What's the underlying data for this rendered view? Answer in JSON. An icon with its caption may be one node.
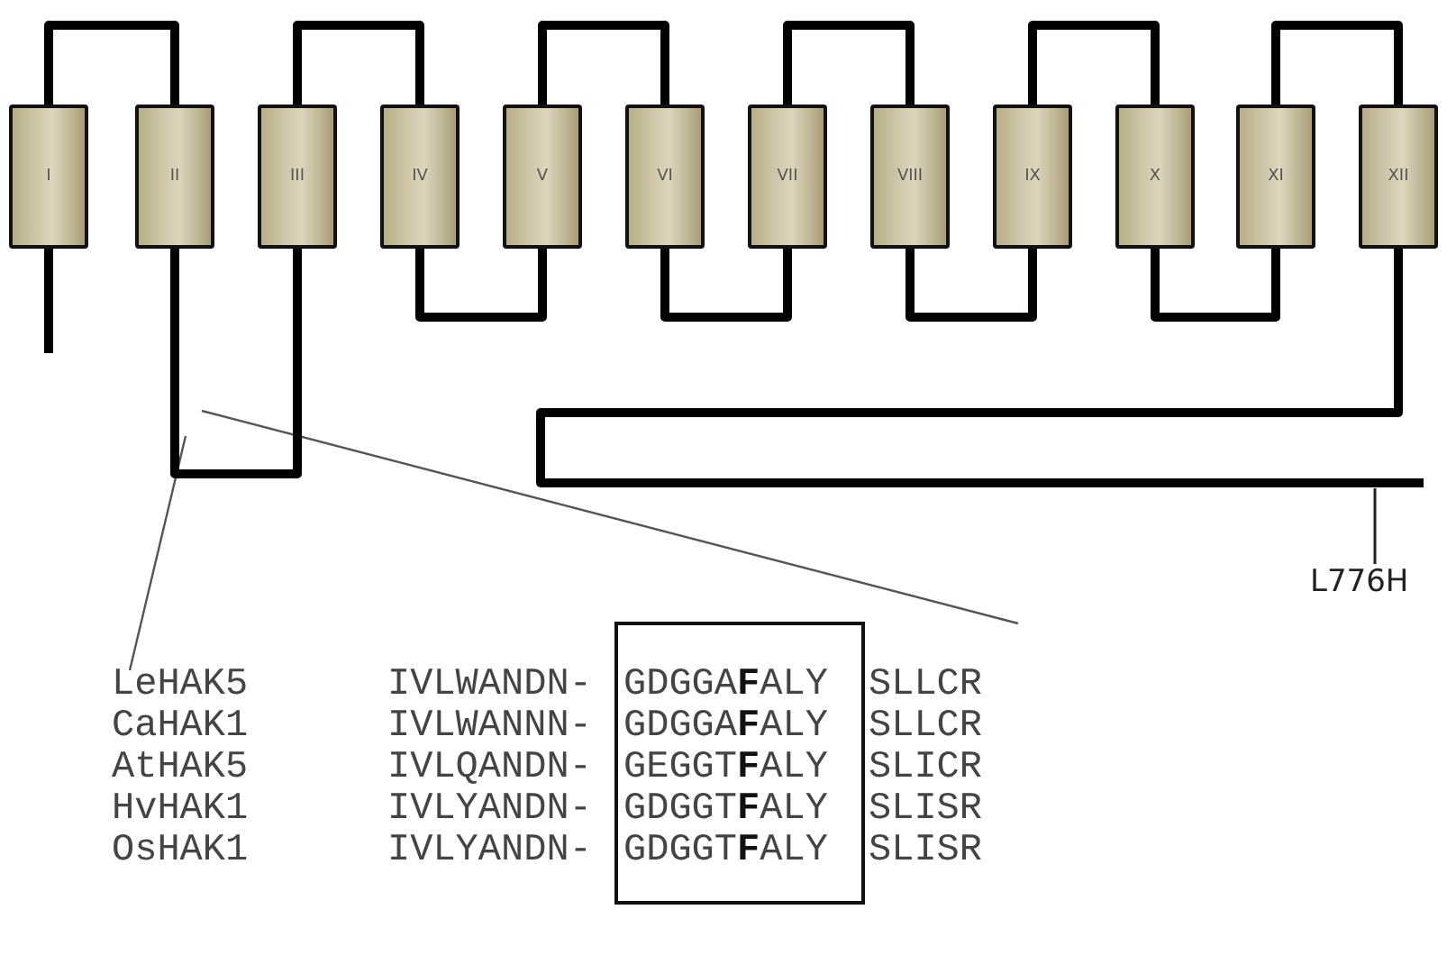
{
  "diagram": {
    "nodes": [
      {
        "text": [
          "I"
        ]
      },
      {
        "text": [
          "II"
        ]
      },
      {
        "text": [
          "III"
        ]
      },
      {
        "text": [
          "IV"
        ]
      },
      {
        "text": [
          "V"
        ]
      },
      {
        "text": [
          "VI"
        ]
      },
      {
        "text": [
          "VII"
        ]
      },
      {
        "text": [
          "VIII"
        ]
      },
      {
        "text": [
          "IX"
        ]
      },
      {
        "text": [
          "X"
        ]
      },
      {
        "text": [
          "XI"
        ]
      },
      {
        "text": [
          "XII"
        ]
      },
      {
        "text": [
          "L776H"
        ]
      }
    ],
    "edges": [
      {
        "from": 0,
        "to": null,
        "arrow": "none"
      },
      {
        "from": 0,
        "to": 1,
        "arrow": "none"
      },
      {
        "from": 1,
        "to": 2,
        "arrow": "none"
      },
      {
        "from": 2,
        "to": 3,
        "arrow": "none"
      },
      {
        "from": 3,
        "to": 4,
        "arrow": "none"
      },
      {
        "from": 4,
        "to": 5,
        "arrow": "none"
      },
      {
        "from": 5,
        "to": 6,
        "arrow": "none"
      },
      {
        "from": 6,
        "to": 7,
        "arrow": "none"
      },
      {
        "from": 7,
        "to": 8,
        "arrow": "none"
      },
      {
        "from": 8,
        "to": 9,
        "arrow": "none"
      },
      {
        "from": 9,
        "to": 10,
        "arrow": "none"
      },
      {
        "from": 10,
        "to": 11,
        "arrow": "none"
      },
      {
        "from": 11,
        "to": null,
        "arrow": "none"
      },
      {
        "from": 12,
        "to": null,
        "arrow": "none"
      }
    ],
    "labels": [
      "LeHAK5",
      "IVLWANDN-",
      "GDGGA**F**ALY",
      "SLLCR",
      "CaHAK1",
      "IVLWANNN-",
      "GDGGA**F**ALY",
      "SLLCR",
      "AtHAK5",
      "IVLQANDN-",
      "GEGGT**F**ALY",
      "SLICR",
      "HvHAK1",
      "IVLYANDN-",
      "GDGGT**F**ALY",
      "SLISR",
      "OsHAK1",
      "IVLYANDN-",
      "GDGGT**F**ALY",
      "SLISR"
    ]
  }
}
